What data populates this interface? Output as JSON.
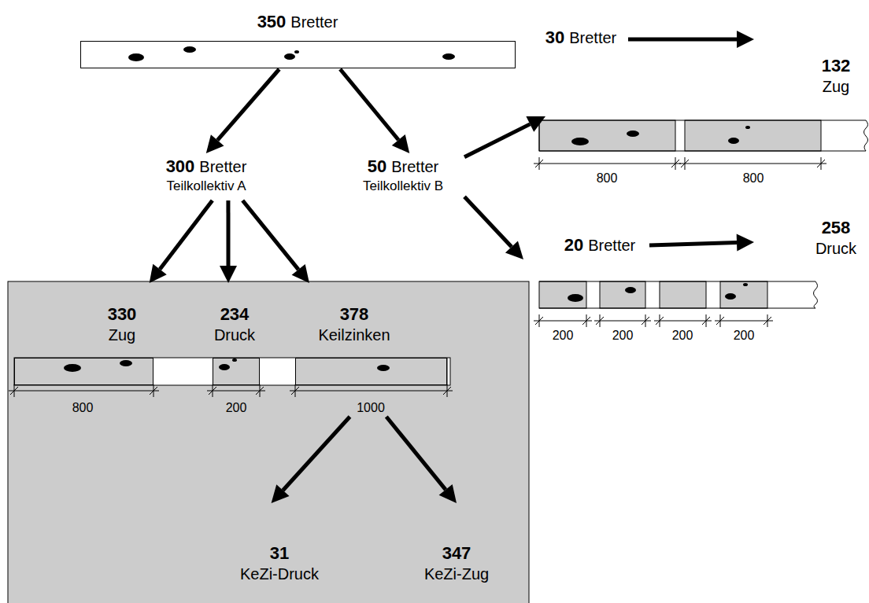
{
  "diagram": {
    "nodes": [
      {
        "text": [
          "350",
          "Bretter"
        ]
      },
      {
        "text": [
          "300",
          "Bretter",
          "Teilkollektiv A"
        ]
      },
      {
        "text": [
          "50",
          "Bretter",
          "Teilkollektiv B"
        ]
      },
      {
        "text": [
          "30",
          "Bretter"
        ]
      },
      {
        "text": [
          "132",
          "Zug"
        ]
      },
      {
        "text": [
          "20",
          "Bretter"
        ]
      },
      {
        "text": [
          "258",
          "Druck"
        ]
      },
      {
        "text": [
          "330",
          "Zug"
        ]
      },
      {
        "text": [
          "234",
          "Druck"
        ]
      },
      {
        "text": [
          "378",
          "Keilzinken"
        ]
      },
      {
        "text": [
          "31",
          "KeZi-Druck"
        ]
      },
      {
        "text": [
          "347",
          "KeZi-Zug"
        ]
      }
    ],
    "edges": [
      {
        "from": 0,
        "to": 1,
        "arrow": "to"
      },
      {
        "from": 0,
        "to": 2,
        "arrow": "to"
      },
      {
        "from": 2,
        "to": 3,
        "arrow": "to"
      },
      {
        "from": 3,
        "to": 4,
        "arrow": "to"
      },
      {
        "from": 2,
        "to": 5,
        "arrow": "to"
      },
      {
        "from": 5,
        "to": 6,
        "arrow": "to"
      },
      {
        "from": 1,
        "to": 7,
        "arrow": "to"
      },
      {
        "from": 1,
        "to": 8,
        "arrow": "to"
      },
      {
        "from": 1,
        "to": 9,
        "arrow": "to"
      },
      {
        "from": 9,
        "to": 10,
        "arrow": "to"
      },
      {
        "from": 9,
        "to": 11,
        "arrow": "to"
      }
    ],
    "labels": [
      "800",
      "200",
      "1000",
      "800",
      "800",
      "200",
      "200",
      "200",
      "200"
    ]
  }
}
